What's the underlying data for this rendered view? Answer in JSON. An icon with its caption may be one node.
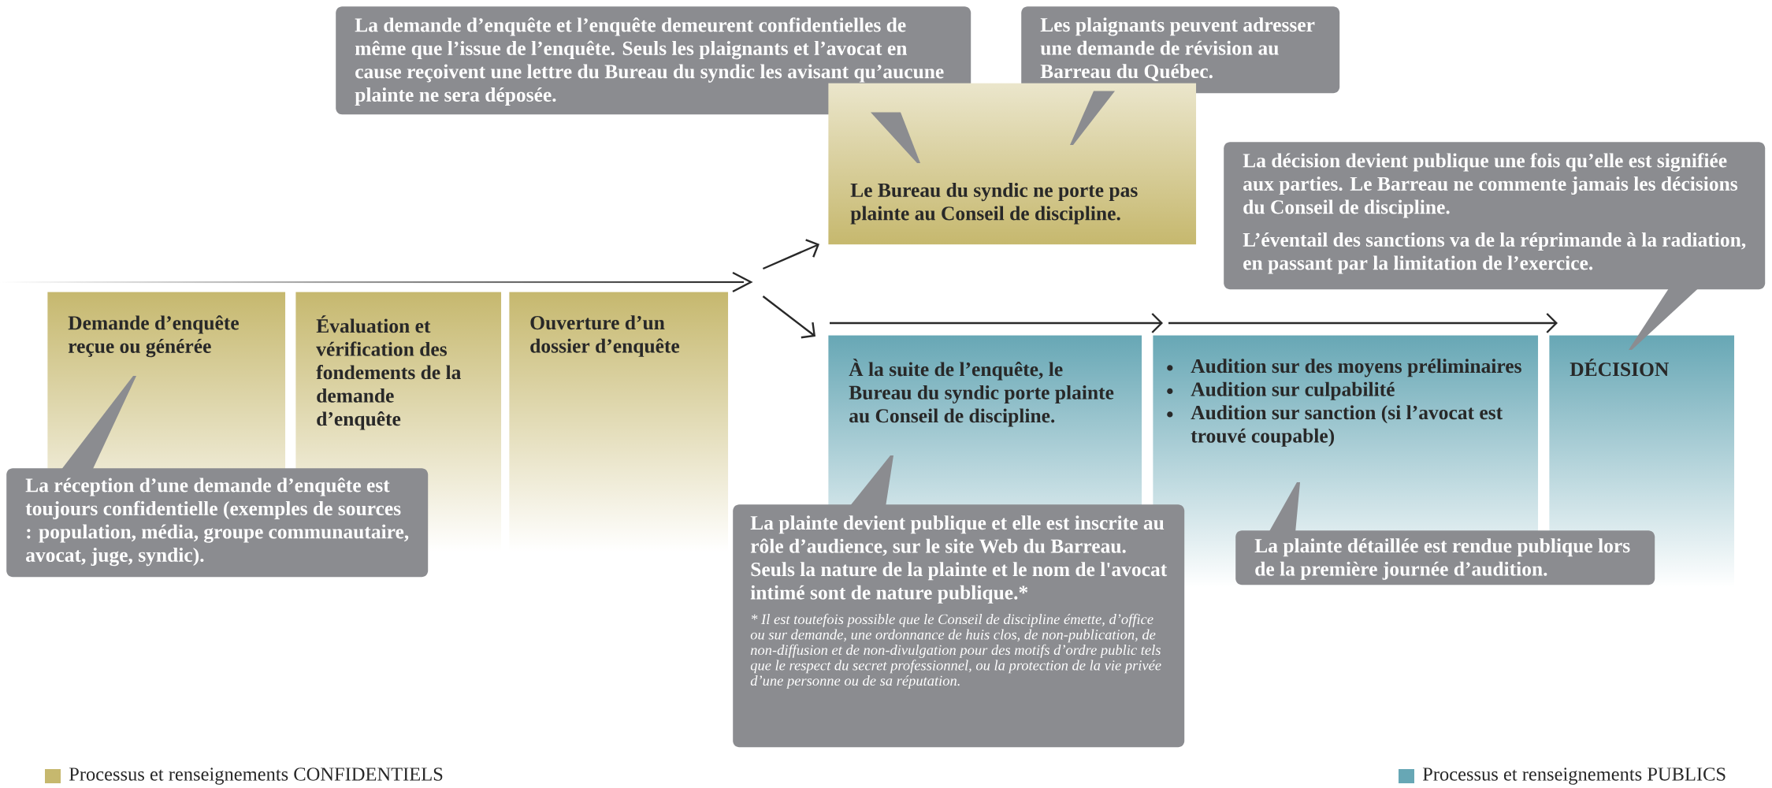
{
  "diagram": {
    "nodes": [
      {
        "text": [
          "La demande d’enquête et l’enquête demeurent confidentielles de même que l’issue de l’enquête. Seuls les plaignants et l’avocat en cause reçoivent une lettre du Bureau du syndic les avisant qu’aucune plainte ne sera déposée."
        ]
      },
      {
        "text": [
          "Les plaignants peuvent adresser une demande de révision au Barreau du Québec."
        ]
      },
      {
        "text": [
          "Le Bureau du syndic ne porte pas plainte au Conseil de discipline."
        ]
      },
      {
        "text": [
          "La décision devient publique une fois qu’elle est signifiée aux parties. Le Barreau ne commente jamais les décisions du Conseil de discipline.",
          "L’éventail des sanctions va de la réprimande à la radiation, en passant par la limitation de l’exercice."
        ]
      },
      {
        "text": [
          "Demande d’enquête reçue ou générée"
        ]
      },
      {
        "text": [
          "Évaluation et vérification des fondements de la demande d’enquête"
        ]
      },
      {
        "text": [
          "Ouverture d’un dossier d’enquête"
        ]
      },
      {
        "text": [
          "À la suite de l’enquête, le Bureau du syndic porte plainte au Conseil de discipline."
        ]
      },
      {
        "text": [
          "Audition sur des moyens préliminaires",
          "Audition sur culpabilité",
          "Audition sur sanction (si l’avocat est trouvé coupable)"
        ]
      },
      {
        "text": [
          "DÉCISION"
        ]
      },
      {
        "text": [
          "La réception d’une demande d’enquête est toujours confidentielle (exemples de sources : population, média, groupe communautaire, avocat, juge, syndic)."
        ]
      },
      {
        "text": [
          "La plainte devient publique et elle est inscrite au rôle d’audience, sur le site Web du Barreau. Seuls la nature de la plainte et le nom de l'avocat intimé sont de nature publique.*",
          "* Il est toutefois possible que le Conseil de discipline émette, d’office ou sur demande, une ordonnance de huis clos, de non-publication, de non-diffusion et de non-divulgation pour des motifs d’ordre public tels que le respect du secret professionnel, ou la protection de la vie privée d’une personne ou de sa réputation."
        ]
      },
      {
        "text": [
          "La plainte détaillée est rendue publique lors de la première journée d’audition."
        ]
      }
    ],
    "edges": [
      {
        "from": 6,
        "to": 2,
        "arrow": "to"
      },
      {
        "from": 6,
        "to": 7,
        "arrow": "to"
      },
      {
        "from": 7,
        "to": 8,
        "arrow": "to"
      },
      {
        "from": 8,
        "to": 9,
        "arrow": "to"
      },
      {
        "from": 0,
        "to": 2,
        "arrow": "none"
      },
      {
        "from": 1,
        "to": 2,
        "arrow": "none"
      },
      {
        "from": 3,
        "to": 9,
        "arrow": "none"
      },
      {
        "from": 10,
        "to": 4,
        "arrow": "none"
      },
      {
        "from": 11,
        "to": 7,
        "arrow": "none"
      },
      {
        "from": 12,
        "to": 8,
        "arrow": "none"
      }
    ],
    "legend": [
      {
        "text": "Processus et renseignements CONFIDENTIELS",
        "color": "#c6b86e"
      },
      {
        "text": "Processus et renseignements PUBLICS",
        "color": "#67a7b5"
      }
    ]
  }
}
